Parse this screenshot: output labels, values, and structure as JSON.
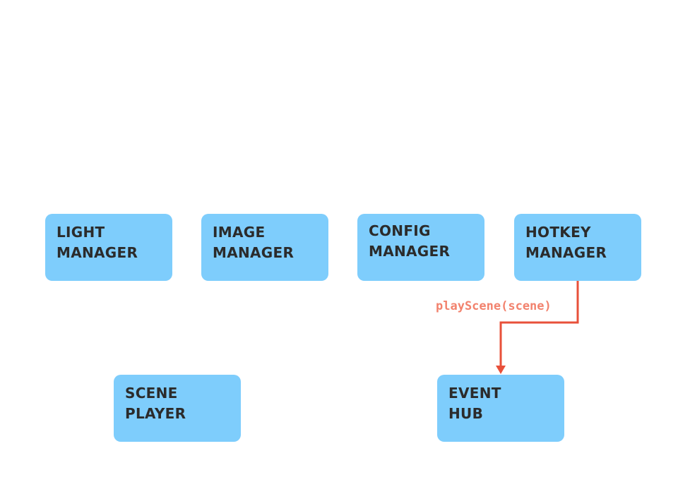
{
  "nodes": {
    "light_manager": {
      "line1": "LIGHT",
      "line2": "MANAGER"
    },
    "image_manager": {
      "line1": "IMAGE",
      "line2": "MANAGER"
    },
    "config_manager": {
      "line1": "CONFIG",
      "line2": "MANAGER"
    },
    "hotkey_manager": {
      "line1": "HOTKEY",
      "line2": "MANAGER"
    },
    "scene_player": {
      "line1": "SCENE",
      "line2": "PLAYER"
    },
    "event_hub": {
      "line1": "EVENT",
      "line2": "HUB"
    }
  },
  "edges": [
    {
      "from": "HOTKEY MANAGER",
      "to": "EVENT HUB",
      "label": "playScene(scene)"
    }
  ],
  "colors": {
    "node_fill": "#7ecdfc",
    "node_text": "#2b2b2b",
    "edge_line": "#e8503a",
    "edge_label": "#f2826d"
  }
}
